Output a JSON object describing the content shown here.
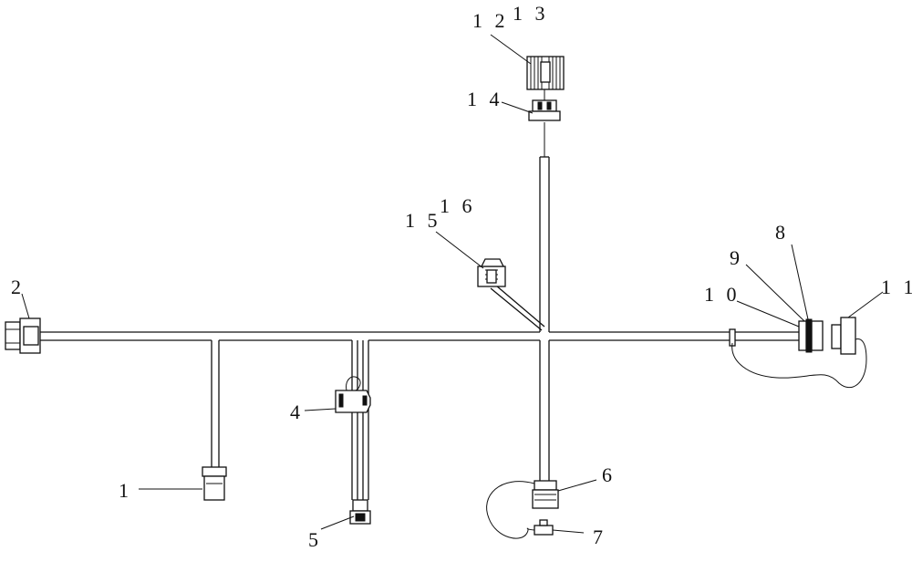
{
  "labels": {
    "l1": "1",
    "l2": "2",
    "l4": "4",
    "l5": "5",
    "l6": "6",
    "l7": "7",
    "l8": "8",
    "l9": "9",
    "l10": "1 0",
    "l11": "1 1",
    "l12": "1 2",
    "l13": "1 3",
    "l14": "1 4",
    "l15": "1 5",
    "l16": "1 6"
  }
}
